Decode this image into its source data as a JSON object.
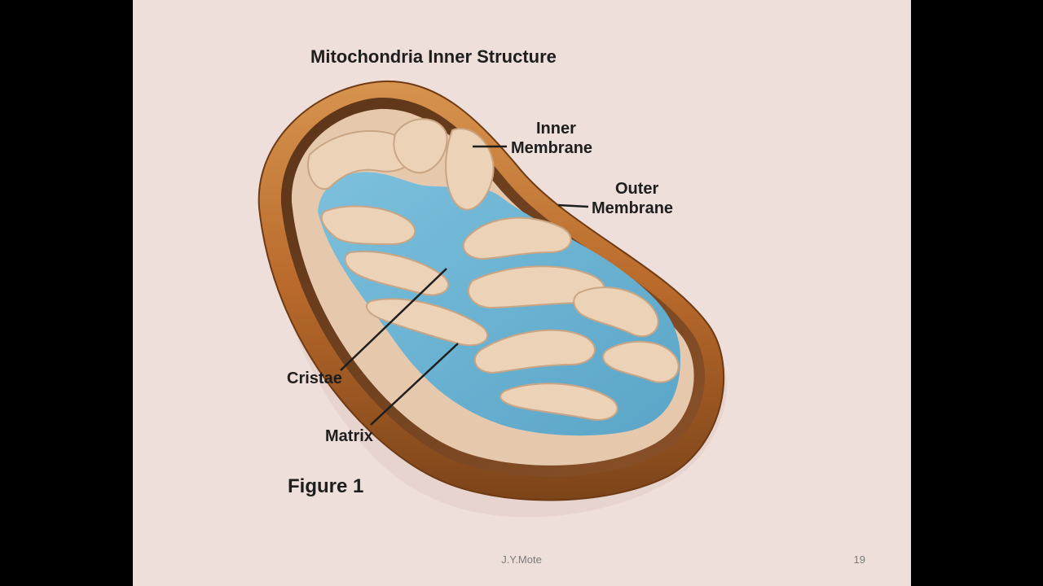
{
  "slide": {
    "title": "Mitochondria Inner Structure",
    "figure_caption": "Figure 1",
    "author": "J.Y.Mote",
    "page_number": "19"
  },
  "labels": {
    "inner_membrane_line1": "Inner",
    "inner_membrane_line2": "Membrane",
    "outer_membrane_line1": "Outer",
    "outer_membrane_line2": "Membrane",
    "cristae": "Cristae",
    "matrix": "Matrix"
  },
  "colors": {
    "slide_background": "#efdfdb",
    "letterbox": "#000000",
    "outer_membrane": "#b8692b",
    "inner_membrane": "#e6c9ad",
    "matrix": "#6fb3d2"
  }
}
